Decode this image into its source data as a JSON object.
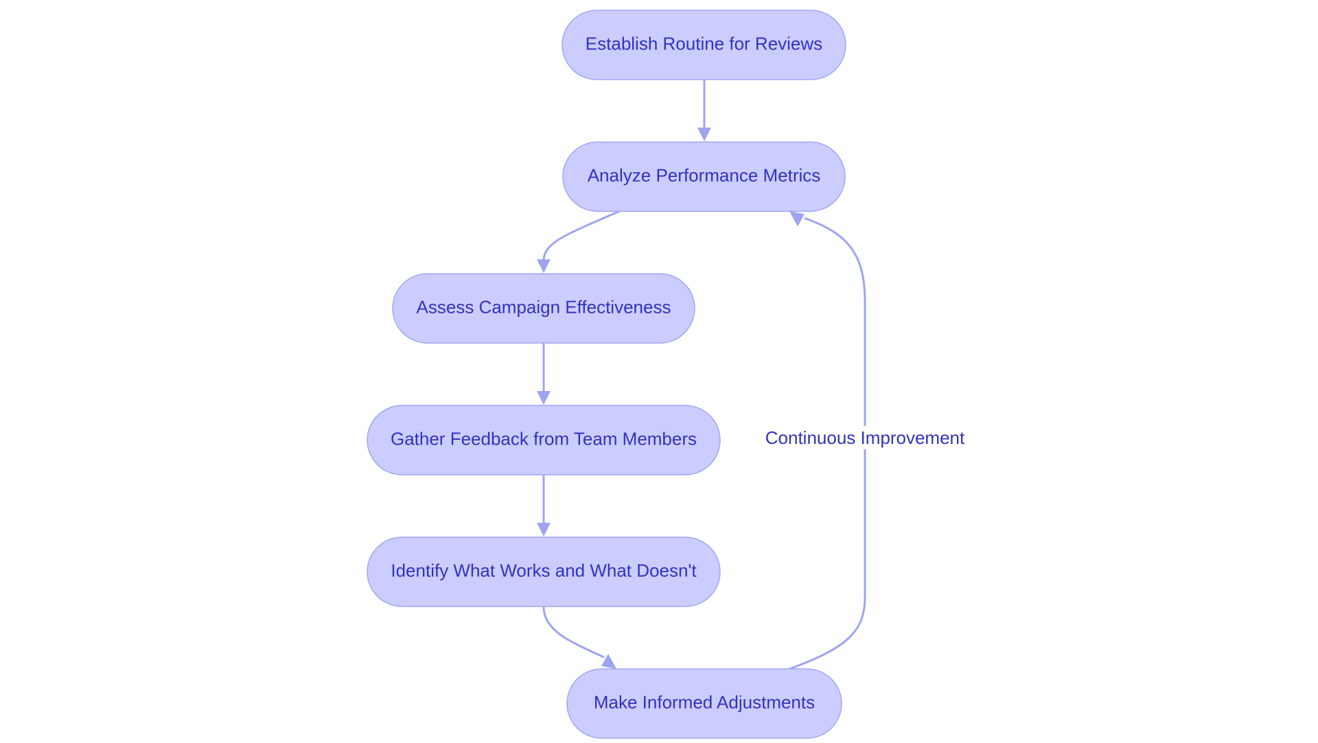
{
  "diagram": {
    "type": "flowchart",
    "colors": {
      "node_fill": "#cbcdfe",
      "node_stroke": "#a1a6f4",
      "edge": "#9ea4ef",
      "text": "#3232c0",
      "background": "#ffffff"
    },
    "nodes": [
      {
        "id": "n1",
        "label": "Establish Routine for Reviews"
      },
      {
        "id": "n2",
        "label": "Analyze Performance Metrics"
      },
      {
        "id": "n3",
        "label": "Assess Campaign Effectiveness"
      },
      {
        "id": "n4",
        "label": "Gather Feedback from Team Members"
      },
      {
        "id": "n5",
        "label": "Identify What Works and What Doesn't"
      },
      {
        "id": "n6",
        "label": "Make Informed Adjustments"
      }
    ],
    "edges": [
      {
        "from": "n1",
        "to": "n2",
        "label": ""
      },
      {
        "from": "n2",
        "to": "n3",
        "label": ""
      },
      {
        "from": "n3",
        "to": "n4",
        "label": ""
      },
      {
        "from": "n4",
        "to": "n5",
        "label": ""
      },
      {
        "from": "n5",
        "to": "n6",
        "label": ""
      },
      {
        "from": "n6",
        "to": "n2",
        "label": "Continuous Improvement"
      }
    ]
  }
}
